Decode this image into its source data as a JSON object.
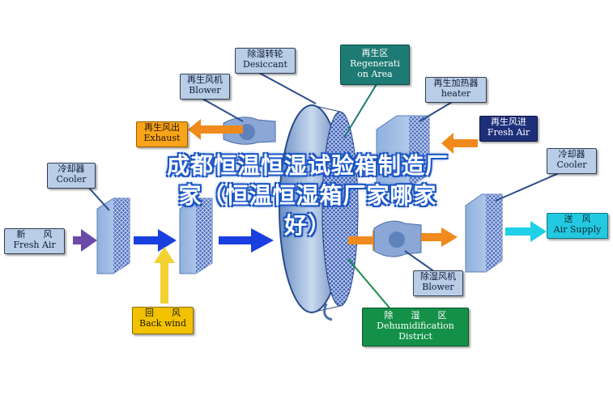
{
  "labels": {
    "desiccant": {
      "cn": "除湿转轮",
      "en": "Desiccant"
    },
    "regen_area": {
      "cn": "再生区",
      "en1": "Regenerati",
      "en2": "on Area"
    },
    "regen_blower": {
      "cn": "再生风机",
      "en": "Blower"
    },
    "regen_heater": {
      "cn": "再生加热器",
      "en": "heater"
    },
    "regen_exhaust": {
      "cn": "再生风出",
      "en": "Exhaust"
    },
    "regen_fresh": {
      "cn": "再生风进",
      "en": "Fresh Air"
    },
    "cooler_left": {
      "cn": "冷却器",
      "en": "Cooler"
    },
    "cooler_right": {
      "cn": "冷却器",
      "en": "Cooler"
    },
    "fresh_air": {
      "cn": "新　　风",
      "en": "Fresh Air"
    },
    "air_supply": {
      "cn": "送　风",
      "en": "Air Supply"
    },
    "dehum_blower": {
      "cn": "除湿风机",
      "en": "Blower"
    },
    "back_wind": {
      "cn": "回　　风",
      "en": "Back wind"
    },
    "dehum_district": {
      "cn": "除　　湿　　区",
      "en1": "Dehumidification",
      "en2": "District"
    }
  },
  "overlay": {
    "line1": "成都恒温恒湿试验箱制造厂",
    "line2": "家（恒温恒湿箱厂家哪家",
    "line3": "好）"
  },
  "colors": {
    "box_blue": "#b9cde6",
    "box_teal": "#1d7a74",
    "box_orange": "#f7a41a",
    "box_navy": "#1e2f7a",
    "box_sky": "#23c9e0",
    "box_gold": "#f2c200",
    "box_green": "#149048",
    "arrow_purple": "#6b4aa8",
    "arrow_blue": "#1a3fe0",
    "arrow_orange": "#f08a1c",
    "arrow_yellow": "#f2d230",
    "arrow_cyan": "#1fd0e6"
  }
}
